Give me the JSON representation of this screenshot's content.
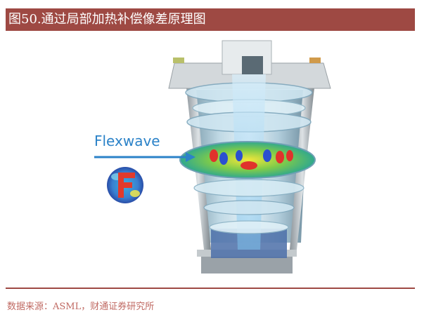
{
  "header": {
    "title": "图50.通过局部加热补偿像差原理图"
  },
  "diagram": {
    "callout_label": "Flexwave",
    "icon": "flexwave-F-icon",
    "accent_color": "#2b82c8",
    "header_color": "#9e4943"
  },
  "footer": {
    "source": "数据来源：ASML，财通证券研究所"
  }
}
